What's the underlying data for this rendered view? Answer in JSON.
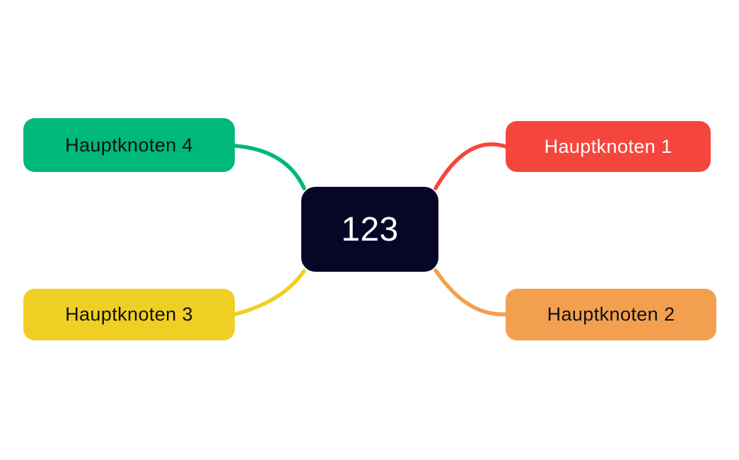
{
  "canvas": {
    "background": "#ffffff"
  },
  "central": {
    "label": "123",
    "bg": "#060627",
    "text_color": "#ffffff"
  },
  "nodes": [
    {
      "label": "Hauptknoten 1",
      "position": "top-right",
      "bg": "#f5463d",
      "text_color": "#ffffff"
    },
    {
      "label": "Hauptknoten 2",
      "position": "bottom-right",
      "bg": "#f2a04f",
      "text_color": "#111111"
    },
    {
      "label": "Hauptknoten 3",
      "position": "bottom-left",
      "bg": "#f0cf24",
      "text_color": "#111111"
    },
    {
      "label": "Hauptknoten 4",
      "position": "top-left",
      "bg": "#00b877",
      "text_color": "#111111"
    }
  ],
  "connectors": [
    {
      "from": "central",
      "to": "Hauptknoten 1",
      "color": "#f5463d"
    },
    {
      "from": "central",
      "to": "Hauptknoten 2",
      "color": "#f2a04f"
    },
    {
      "from": "central",
      "to": "Hauptknoten 3",
      "color": "#f0cf24"
    },
    {
      "from": "central",
      "to": "Hauptknoten 4",
      "color": "#00b877"
    }
  ]
}
